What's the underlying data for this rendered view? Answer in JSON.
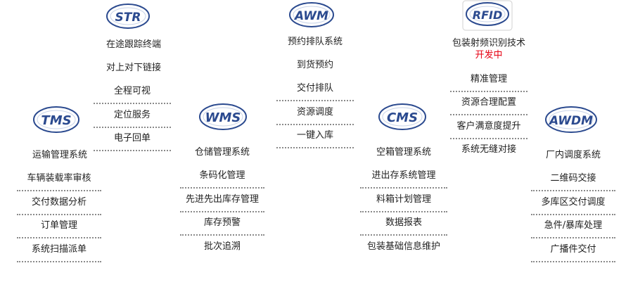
{
  "systems": {
    "str": {
      "logo": "STR",
      "items": [
        "在途跟踪终端",
        "对上对下链接",
        "全程可视",
        "定位服务",
        "电子回单"
      ]
    },
    "awm": {
      "logo": "AWM",
      "items": [
        "预约排队系统",
        "到货预约",
        "交付排队",
        "资源调度",
        "一键入库"
      ]
    },
    "rfid": {
      "logo": "RFID",
      "title": "包装射频识别技术",
      "status": "开发中",
      "items": [
        "精准管理",
        "资源合理配置",
        "客户满意度提升",
        "系统无缝对接"
      ]
    },
    "tms": {
      "logo": "TMS",
      "items": [
        "运输管理系统",
        "车辆装载率审核",
        "交付数据分析",
        "订单管理",
        "系统扫描派单"
      ]
    },
    "wms": {
      "logo": "WMS",
      "items": [
        "仓储管理系统",
        "条码化管理",
        "先进先出库存管理",
        "库存预警",
        "批次追溯"
      ]
    },
    "cms": {
      "logo": "CMS",
      "items": [
        "空箱管理系统",
        "进出存系统管理",
        "料箱计划管理",
        "数据报表",
        "包装基础信息维护"
      ]
    },
    "awdm": {
      "logo": "AWDM",
      "items": [
        "厂内调度系统",
        "二维码交接",
        "多库区交付调度",
        "急件/暴库处理",
        "广播件交付"
      ]
    }
  },
  "colors": {
    "badge_blue": "#2b4a8f",
    "status_red": "#e60012",
    "dotted_line": "#8a8a8a"
  }
}
